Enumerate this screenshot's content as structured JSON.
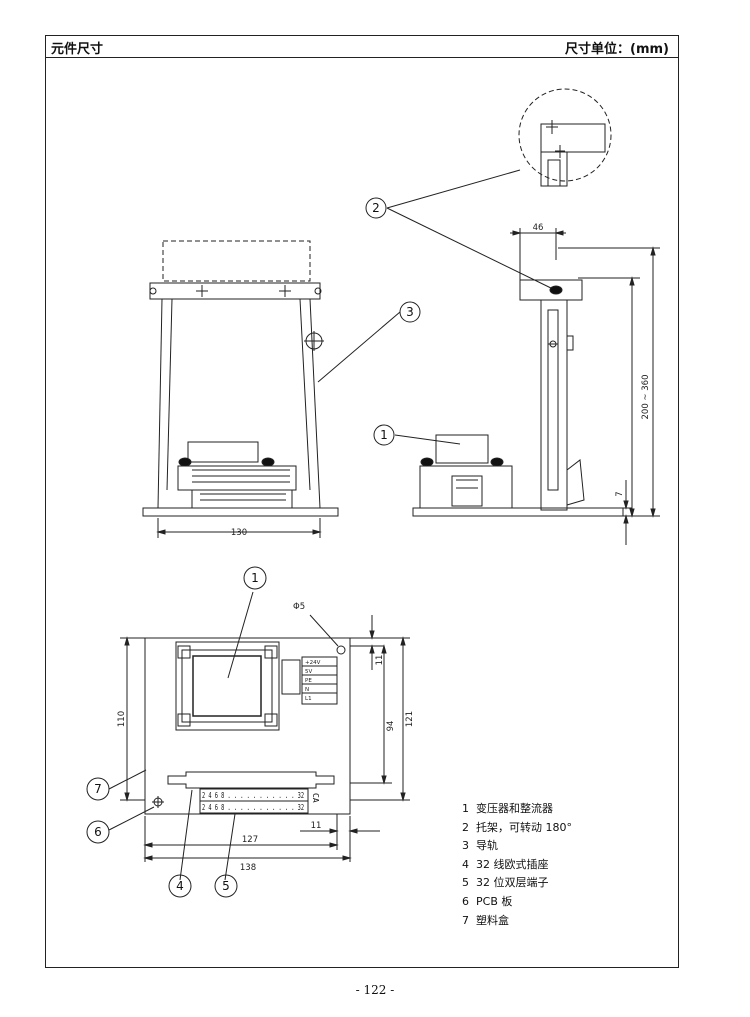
{
  "header": {
    "title": "元件尺寸",
    "unit": "尺寸单位：(mm)"
  },
  "footer": {
    "page": "- 122 -"
  },
  "dimensions": {
    "d46": "46",
    "d130": "130",
    "d200_360": "200 ~ 360",
    "d7": "7",
    "phi5": "Φ5",
    "d11_top": "11",
    "d110": "110",
    "d94": "94",
    "d121": "121",
    "d127": "127",
    "d138": "138",
    "d11_bottom": "11"
  },
  "callouts": [
    "1",
    "2",
    "3",
    "4",
    "5",
    "6",
    "7"
  ],
  "terminal_block": {
    "row1": "2 4 6 8 . . . . . . . . . . . 32",
    "row2": "2 4 6 8 . . . . . . . . . . . 32",
    "ca": "CA"
  },
  "voltage_labels": [
    "+24V",
    "5V",
    "PE",
    "N",
    "L1"
  ],
  "legend": [
    {
      "num": "1",
      "text": "变压器和整流器"
    },
    {
      "num": "2",
      "text": "托架，可转动 180°"
    },
    {
      "num": "3",
      "text": "导轨"
    },
    {
      "num": "4",
      "text": "32 线欧式插座"
    },
    {
      "num": "5",
      "text": "32 位双层端子"
    },
    {
      "num": "6",
      "text": "PCB 板"
    },
    {
      "num": "7",
      "text": "塑料盒"
    }
  ]
}
